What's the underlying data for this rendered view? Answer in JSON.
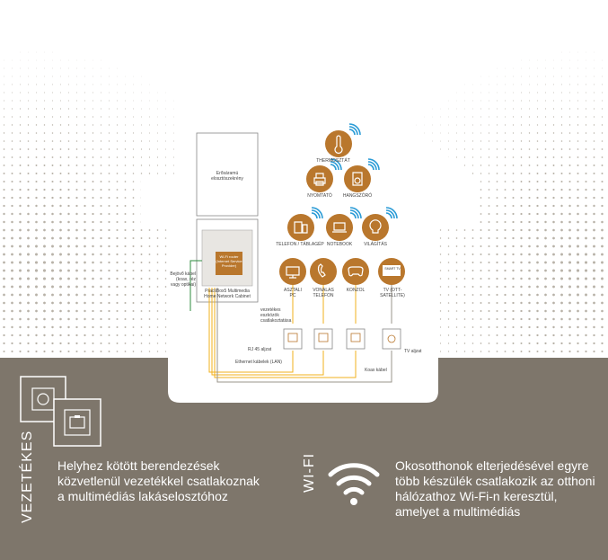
{
  "colors": {
    "band": "#7e766b",
    "accent": "#b9772d",
    "wifi_blue": "#2a9bd6",
    "yellow_cable": "#f2b01e",
    "white": "#ffffff"
  },
  "house": {
    "cabinet_top_label": "Erősáramú elosztószekrény",
    "router_label": "Wi-Fi router (Internet Service Provider)",
    "cabinet_bottom_label": "PractiBox5 Multimedia Home Network Cabinet",
    "incoming_cable_label": "Bejövő kábel (koax, réz vagy optikai)",
    "wired_devices_label": "vezetékes eszközök csatlakoztatása",
    "rj45_label": "RJ 45 aljzat",
    "ethernet_label": "Ethernet kábelek (LAN)",
    "coax_label": "Koax kábel",
    "tv_socket_label": "TV aljzat"
  },
  "wifi_devices": [
    {
      "name": "thermostat-icon",
      "label": "THERMOSZTÁT"
    },
    {
      "name": "printer-icon",
      "label": "NYOMTATÓ"
    },
    {
      "name": "speaker-icon",
      "label": "HANGSZÓRÓ"
    },
    {
      "name": "phone-tablet-icon",
      "label": "TELEFON / TÁBLAGÉP"
    },
    {
      "name": "notebook-icon",
      "label": "NOTEBOOK"
    },
    {
      "name": "lightbulb-icon",
      "label": "VILÁGÍTÁS"
    }
  ],
  "wired_devices": [
    {
      "name": "desktop-pc-icon",
      "label": "ASZTALI PC"
    },
    {
      "name": "landline-phone-icon",
      "label": "VONALAS TELEFON"
    },
    {
      "name": "gamepad-icon",
      "label": "KONZOL"
    },
    {
      "name": "tv-icon",
      "label": "TV (OTT-SATELLITE)",
      "screen_text": "SMART TV"
    }
  ],
  "wired": {
    "title": "VEZETÉKES",
    "description": "Helyhez kötött berendezések közvetlenül vezetékkel csatlakoznak a multimédiás lakáselosztóhoz"
  },
  "wifi": {
    "title": "WI-FI",
    "description": "Okosotthonok elterjedésével egyre több készülék csatlakozik az otthoni hálózathoz Wi-Fi-n keresztül, amelyet a multimédiás"
  }
}
